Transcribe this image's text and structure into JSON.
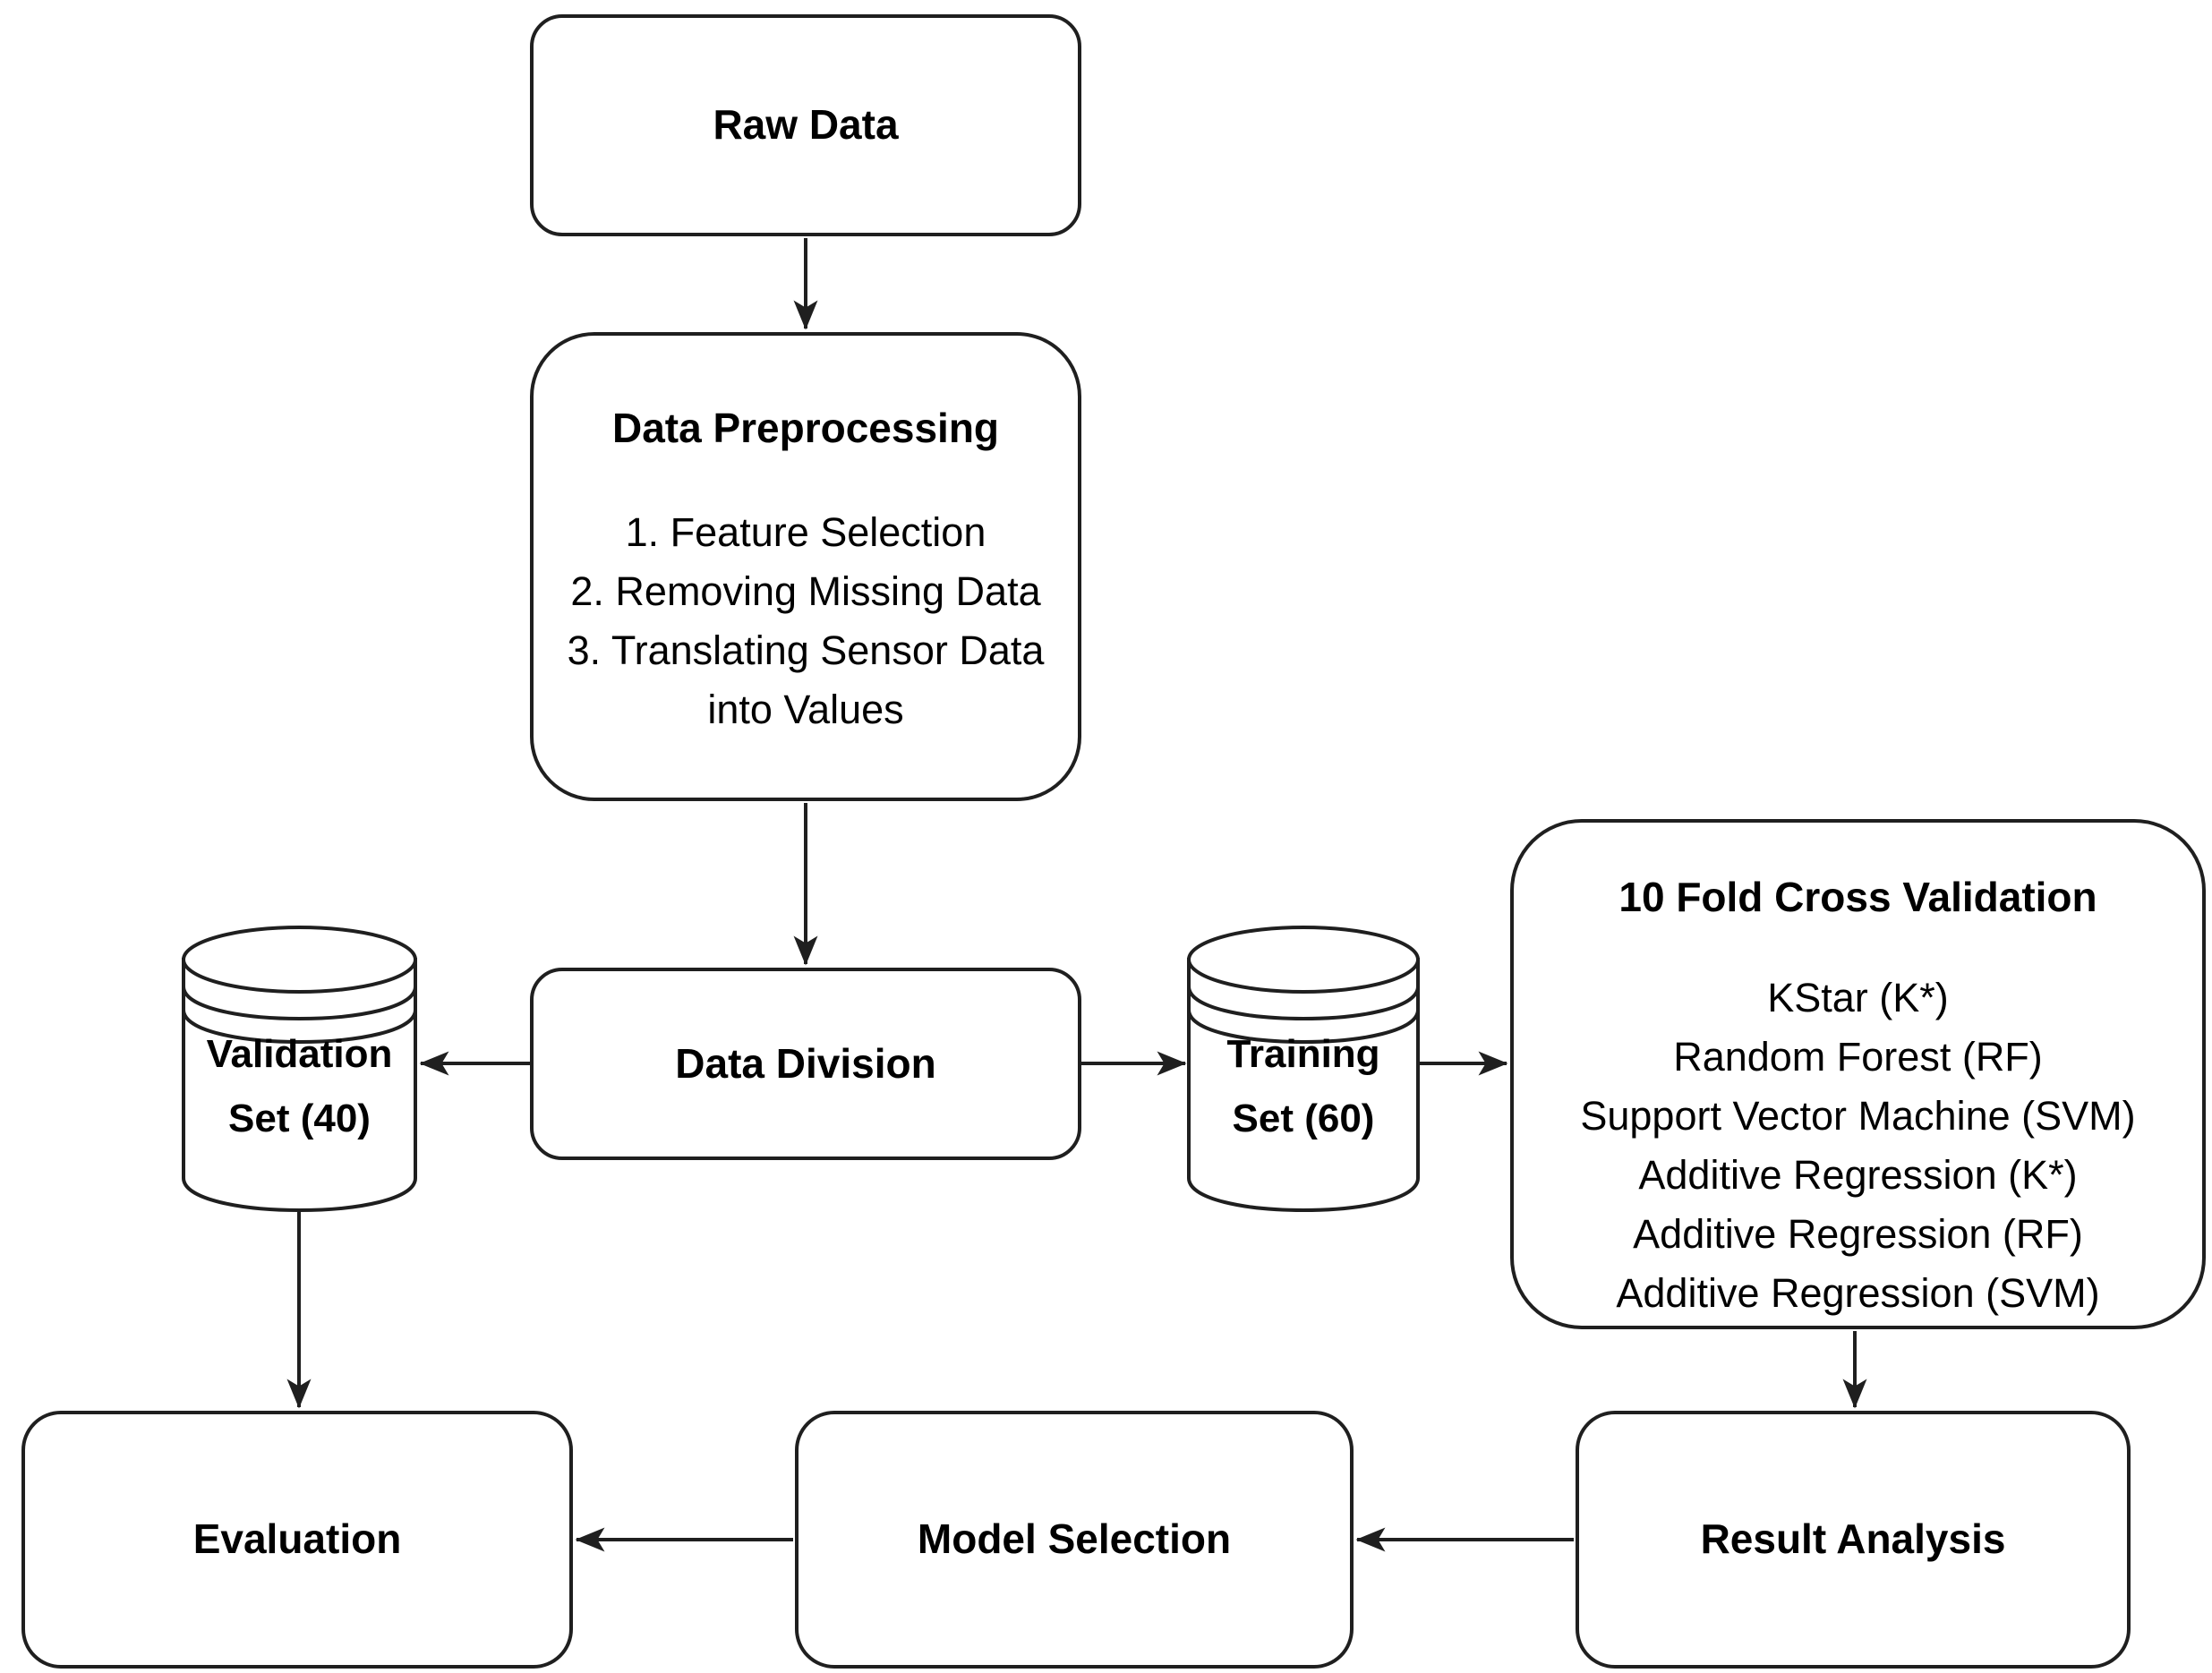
{
  "colors": {
    "background": "#ffffff",
    "stroke": "#1f1f1f",
    "text": "#000000"
  },
  "nodes": {
    "raw_data": {
      "label": "Raw Data"
    },
    "data_preprocessing": {
      "title": "Data Preprocessing",
      "items": [
        "1. Feature Selection",
        "2. Removing Missing Data",
        "3. Translating Sensor Data into Values"
      ]
    },
    "data_division": {
      "label": "Data Division"
    },
    "validation_set": {
      "line1": "Validation",
      "line2": "Set (40)"
    },
    "training_set": {
      "line1": "Training",
      "line2": "Set (60)"
    },
    "cross_validation": {
      "title": "10 Fold Cross Validation",
      "items": [
        "KStar (K*)",
        "Random Forest (RF)",
        "Support Vector Machine (SVM)",
        "Additive Regression (K*)",
        "Additive Regression (RF)",
        "Additive Regression (SVM)"
      ]
    },
    "result_analysis": {
      "label": "Result Analysis"
    },
    "model_selection": {
      "label": "Model Selection"
    },
    "evaluation": {
      "label": "Evaluation"
    }
  }
}
